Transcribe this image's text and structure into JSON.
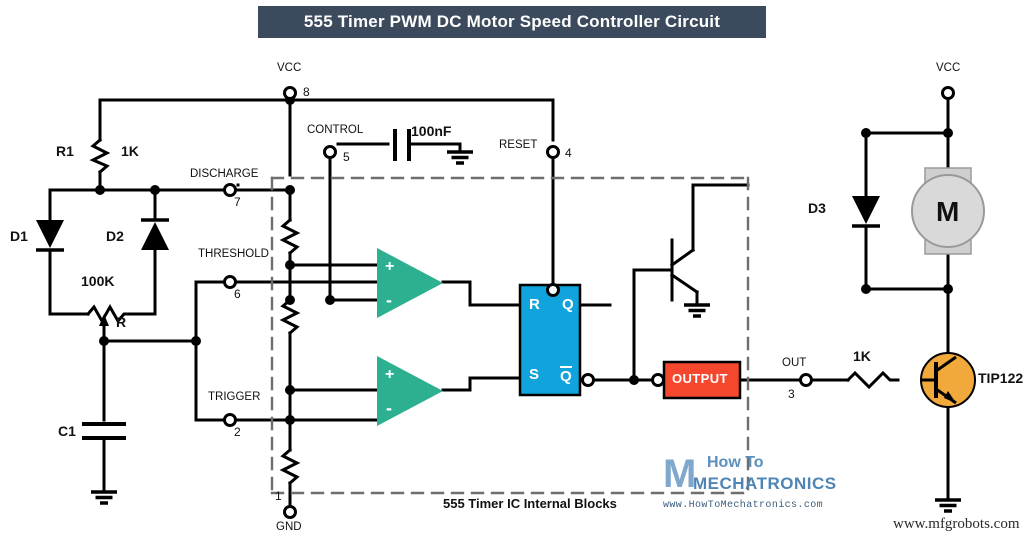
{
  "title": "555 Timer PWM DC Motor Speed Controller Circuit",
  "colors": {
    "title_bar": "#3C4A5E",
    "comparator": "#2CB090",
    "flipflop": "#11A3DB",
    "output_block": "#F4472E",
    "transistor_tip122": "#F2A93B",
    "motor_body": "#D5D5D5",
    "wire": "#000000",
    "dashed_boundary": "#6E6E6E"
  },
  "labels": {
    "vcc_left": "VCC",
    "vcc_right": "VCC",
    "gnd": "GND",
    "control": "CONTROL",
    "reset": "RESET",
    "discharge": "DISCHARGE",
    "threshold": "THRESHOLD",
    "trigger": "TRIGGER",
    "out": "OUT",
    "internal_blocks": "555 Timer IC Internal Blocks",
    "output_block": "OUTPUT"
  },
  "pins": {
    "vcc": "8",
    "control": "5",
    "reset": "4",
    "discharge": "7",
    "threshold": "6",
    "trigger": "2",
    "gnd": "1",
    "out": "3"
  },
  "components": {
    "r1_ref": "R1",
    "r1_value": "1K",
    "d1": "D1",
    "d2": "D2",
    "d3": "D3",
    "pot_value": "100K",
    "pot_ref": "R",
    "c1": "C1",
    "c_control_value": "100nF",
    "r_base_value": "1K",
    "transistor": "TIP122",
    "motor": "M"
  },
  "flipflop": {
    "r": "R",
    "s": "S",
    "q": "Q",
    "qbar": "Q"
  },
  "comparator_pins": {
    "plus": "+",
    "minus": "-"
  },
  "watermarks": {
    "brand_m": "M",
    "brand_line1": "How To",
    "brand_line2": "MECHATRONICS",
    "brand_url": "www.HowToMechatronics.com",
    "site": "www.mfgrobots.com"
  }
}
